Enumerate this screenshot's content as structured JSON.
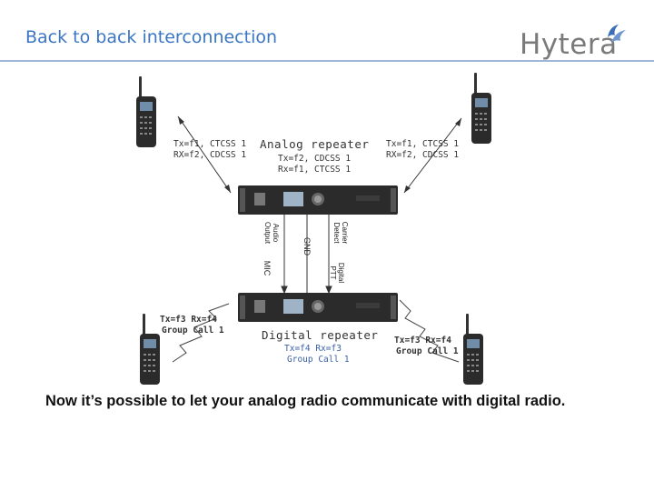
{
  "header": {
    "title": "Back to back interconnection",
    "logo_text": "Hytera"
  },
  "analog_repeater": {
    "heading": "Analog repeater",
    "line1": "Tx=f2, CDCSS 1",
    "line2": "Rx=f1, CTCSS 1"
  },
  "digital_repeater": {
    "heading": "Digital repeater",
    "line1": "Tx=f4 Rx=f3",
    "line2": "Group Call 1"
  },
  "analog_left_radio": {
    "line1": "Tx=f1, CTCSS 1",
    "line2": "RX=f2, CDCSS 1"
  },
  "analog_right_radio": {
    "line1": "Tx=f1, CTCSS 1",
    "line2": "RX=f2, CDCSS 1"
  },
  "digital_left_radio": {
    "line1": "Tx=f3 Rx=f4",
    "line2": "Group Call 1"
  },
  "digital_right_radio": {
    "line1": "Tx=f3 Rx=f4",
    "line2": "Group Call 1"
  },
  "connections": {
    "audio_output": "Audio Output",
    "gnd": "GND",
    "carrier_detect": "Carrier Detect",
    "mic": "MIC",
    "digital_ptt": "Digital PTT"
  },
  "footer": {
    "caption": "Now it’s possible to let your analog radio communicate with digital radio."
  },
  "colors": {
    "title": "#3B76C4",
    "divider": "#9FB6D6",
    "logo_gray": "#7A7A7A",
    "logo_blue": "#3A6FB8",
    "device_dark": "#2B2B2B"
  },
  "icons": {
    "radio": "handheld-radio-icon",
    "repeater": "repeater-unit-icon",
    "signal": "radio-signal-zigzag-icon"
  }
}
